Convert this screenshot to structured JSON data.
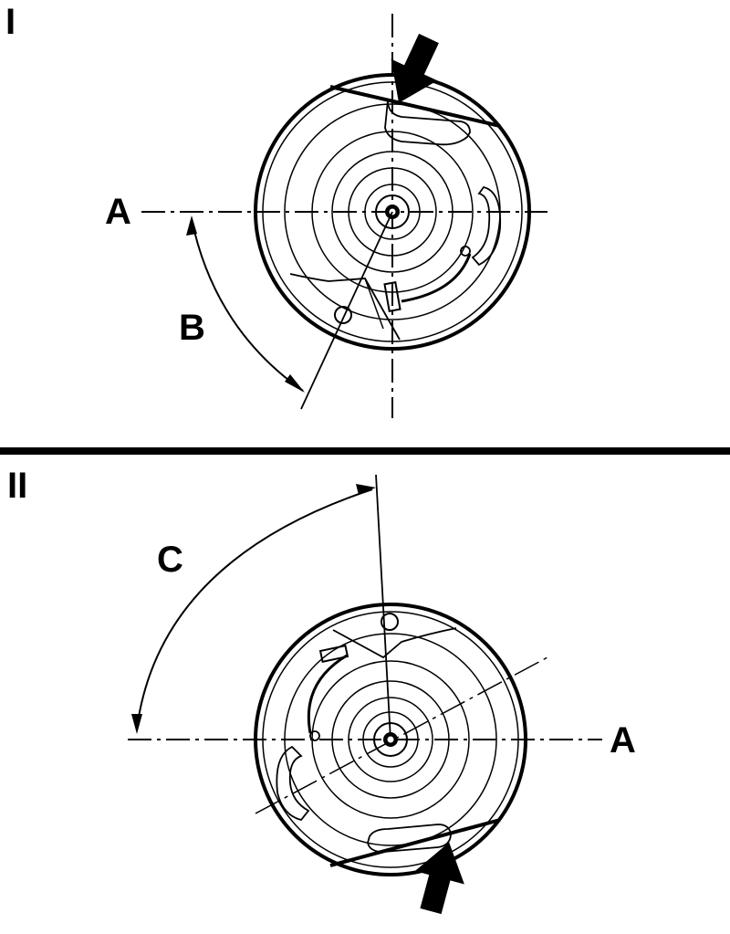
{
  "panels": [
    {
      "numeral": "I",
      "axis_label": "A",
      "angle_label": "B",
      "arrow_icon": "push-arrow-icon"
    },
    {
      "numeral": "II",
      "axis_label": "A",
      "angle_label": "C",
      "arrow_icon": "push-arrow-icon"
    }
  ],
  "colors": {
    "ink": "#000000",
    "paper": "#ffffff"
  }
}
